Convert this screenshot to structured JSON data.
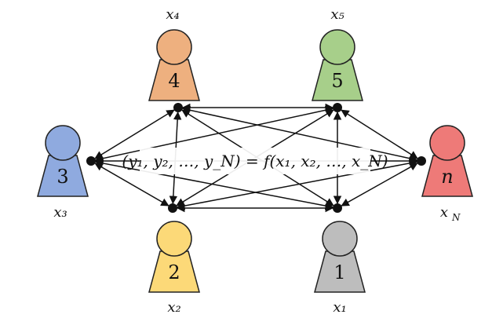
{
  "formula": {
    "lhs": "(y₁, y₂, …, y_N)",
    "rhs": "= f(x₁, x₂, …, x_N)",
    "text": "(y₁, y₂, …, y_N) = f(x₁, x₂, …, x_N)"
  },
  "parties": [
    {
      "id": "p4",
      "number": "4",
      "var": "x₄",
      "color": "#eeb07f"
    },
    {
      "id": "p5",
      "number": "5",
      "var": "x₅",
      "color": "#a7cf8a"
    },
    {
      "id": "p3",
      "number": "3",
      "var": "x₃",
      "color": "#8faadf"
    },
    {
      "id": "pn",
      "number": "n",
      "var": "x_N",
      "color": "#ee7a78"
    },
    {
      "id": "p2",
      "number": "2",
      "var": "x₂",
      "color": "#fcd978"
    },
    {
      "id": "p1",
      "number": "1",
      "var": "x₁",
      "color": "#bdbdbd"
    }
  ],
  "labels": {
    "x4": "x₄",
    "x5": "x₅",
    "x3": "x₃",
    "xN": "x",
    "xN_sub": "N",
    "x2": "x₂",
    "x1": "x₁"
  }
}
